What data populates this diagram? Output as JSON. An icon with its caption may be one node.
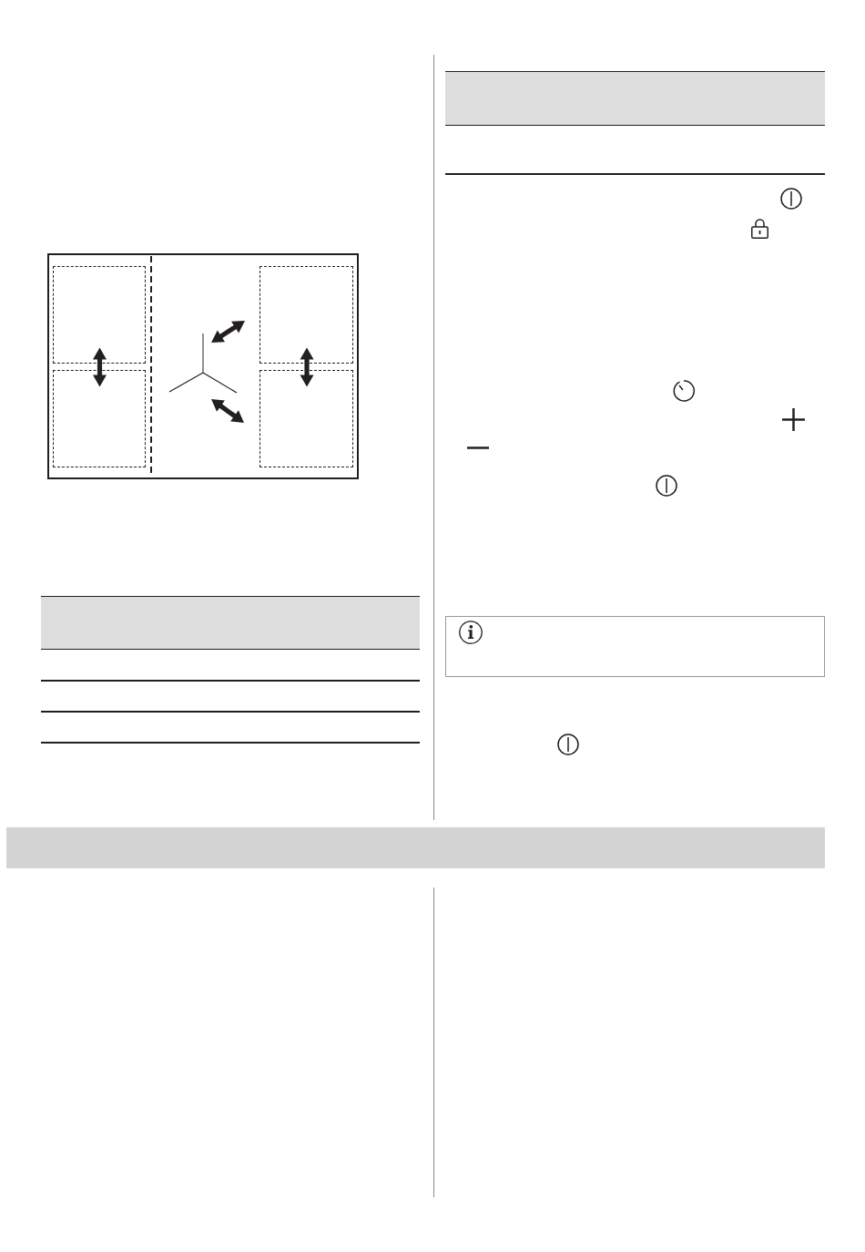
{
  "diagram": {
    "nodes": [
      {
        "text": [],
        "shape": "box"
      },
      {
        "text": [],
        "shape": "box",
        "in": 0
      },
      {
        "text": [],
        "shape": "box",
        "in": 0
      },
      {
        "text": [],
        "shape": "box",
        "in": 0
      },
      {
        "text": [],
        "shape": "box",
        "in": 0
      }
    ],
    "edges": [
      {
        "from": 1,
        "to": 3,
        "arrow": "both",
        "style": "thick"
      },
      {
        "from": 2,
        "to": 4,
        "arrow": "both",
        "style": "thick"
      }
    ]
  }
}
